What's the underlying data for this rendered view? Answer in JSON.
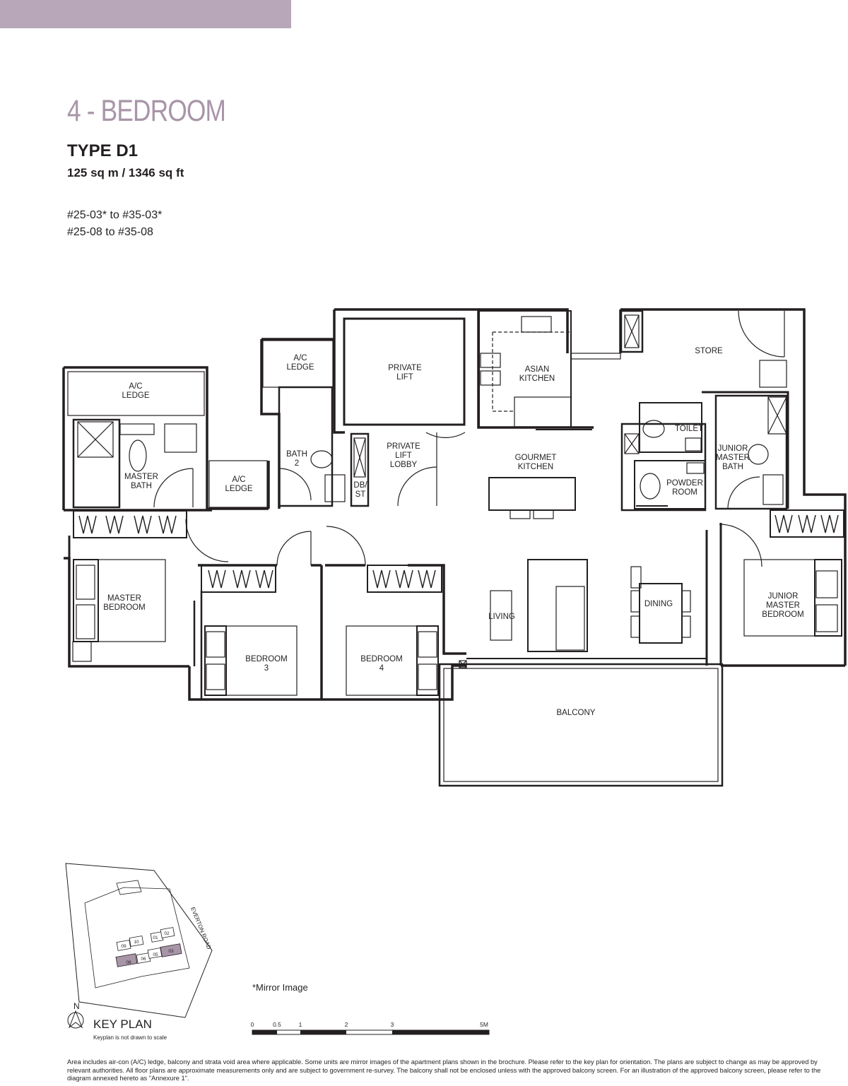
{
  "header": {
    "title": "4 - BEDROOM",
    "type": "TYPE D1",
    "area": "125 sq m / 1346 sq ft",
    "units": [
      "#25-03* to #35-03*",
      "#25-08  to #35-08"
    ]
  },
  "colors": {
    "accent": "#b8a7b8",
    "title": "#a895a8",
    "walls": "#231f20"
  },
  "rooms": {
    "ac_ledge_1": [
      "A/C",
      "LEDGE"
    ],
    "ac_ledge_2": [
      "A/C",
      "LEDGE"
    ],
    "ac_ledge_3": [
      "A/C",
      "LEDGE"
    ],
    "private_lift": [
      "PRIVATE",
      "LIFT"
    ],
    "asian_kitchen": [
      "ASIAN",
      "KITCHEN"
    ],
    "store": [
      "STORE"
    ],
    "toilet": [
      "TOILET"
    ],
    "master_bath": [
      "MASTER",
      "BATH"
    ],
    "bath_2": [
      "BATH",
      "2"
    ],
    "private_lift_lobby": [
      "PRIVATE",
      "LIFT",
      "LOBBY"
    ],
    "dbst": [
      "DB/",
      "ST"
    ],
    "gourmet_kitchen": [
      "GOURMET",
      "KITCHEN"
    ],
    "powder_room": [
      "POWDER",
      "ROOM"
    ],
    "junior_master_bath": [
      "JUNIOR",
      "MASTER",
      "BATH"
    ],
    "master_bedroom": [
      "MASTER",
      "BEDROOM"
    ],
    "bedroom_3": [
      "BEDROOM",
      "3"
    ],
    "bedroom_4": [
      "BEDROOM",
      "4"
    ],
    "living": [
      "LIVING"
    ],
    "dining": [
      "DINING"
    ],
    "junior_master_bedroom": [
      "JUNIOR",
      "MASTER",
      "BEDROOM"
    ],
    "balcony": [
      "BALCONY"
    ]
  },
  "key_plan": {
    "road": "EVERTON ROAD",
    "north": "N",
    "label": "KEY PLAN",
    "note": "Keyplan is not drawn to scale",
    "units": [
      "01",
      "02",
      "03",
      "05",
      "06",
      "08",
      "09",
      "10"
    ],
    "highlighted": [
      "03",
      "08"
    ]
  },
  "scale": {
    "ticks": [
      "0",
      "0.5",
      "1",
      "2",
      "3",
      "5M"
    ]
  },
  "mirror_note": "*Mirror Image",
  "disclaimer": "Area includes air-con (A/C) ledge, balcony and strata void area where applicable. Some units are mirror images of the apartment plans shown in the brochure. Please refer to the key plan for orientation. The plans are subject to change as may be approved by relevant authorities. All floor plans are approximate measurements only and are subject to government re-survey. The balcony shall not be enclosed unless with the approved balcony screen. For an illustration of the approved balcony screen, please refer to the diagram annexed hereto as \"Annexure 1\"."
}
